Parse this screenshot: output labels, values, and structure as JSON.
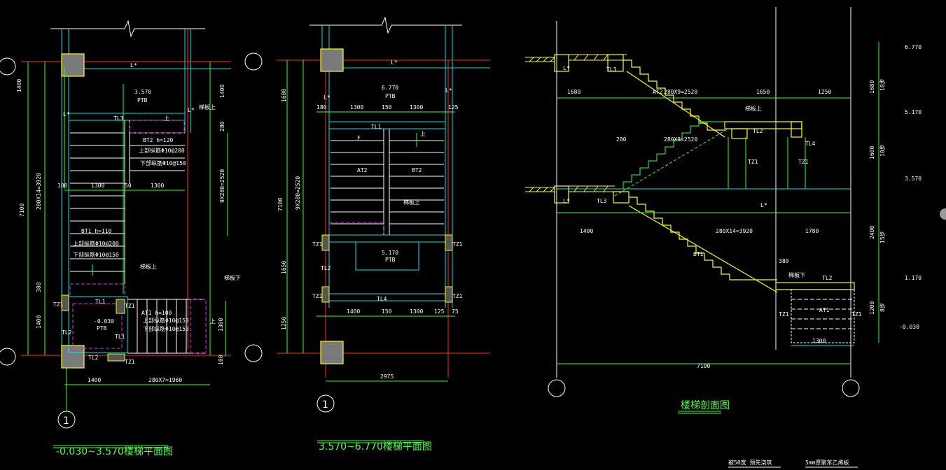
{
  "plan1": {
    "title": "-0.030~3.570楼梯平面图",
    "axis": "1",
    "dims_left": [
      "1400",
      "280X14=3920",
      "7100",
      "380",
      "1400"
    ],
    "dims_right": [
      "1400",
      "280",
      "9X280=2520",
      "1300",
      "100"
    ],
    "dims_bottom": [
      "1400",
      "280X7=1960"
    ],
    "dims_mid": [
      "100",
      "1300",
      "50",
      "1300"
    ],
    "landing_level": "3.570",
    "landing_tag": "PTB",
    "bot_level": "-0.030",
    "bot_tag": "PTB",
    "labels": {
      "l": "L*",
      "l2": "L*",
      "l3": "L*",
      "tl": "TL3",
      "tl2": "TL2",
      "tl3": "TL1",
      "tl4": "TL2",
      "tl5": "TL1",
      "tz1": "TZ1",
      "tz2": "TZ1",
      "tz3": "TZ1",
      "b": "BT2 h=120",
      "b1": "上部纵筋Φ10@200",
      "b2": "下部纵筋Φ10@150",
      "bt1": "BT1 h=110",
      "bt1a": "上部纵筋Φ10@200",
      "bt1b": "下部纵筋Φ10@150",
      "at1": "AT1 h=100",
      "at1a": "上部纵筋Φ10@150",
      "at1b": "下部纵筋Φ10@150",
      "note1": "梯板上",
      "note2": "梯板上",
      "note3": "梯板下",
      "up": "上",
      "up2": "上"
    }
  },
  "plan2": {
    "title": "3.570~6.770楼梯平面图",
    "axis": "1",
    "dims_left": [
      "1680",
      "9X280=2520",
      "7100",
      "1650",
      "1250"
    ],
    "dims_top": [
      "180",
      "1300",
      "150",
      "1300",
      "125"
    ],
    "dims_bottom": [
      "1400",
      "150",
      "1300",
      "125",
      "75"
    ],
    "dim_total": "2975",
    "top_level": "6.770",
    "top_tag": "PTB",
    "mid_level": "5.170",
    "mid_tag": "PTB",
    "labels": {
      "l": "L*",
      "l2": "L*",
      "l3": "L*",
      "tl1": "TL1",
      "tl2": "TL2",
      "tl4": "TL4",
      "tz1": "TZ1",
      "tz2": "TZ1",
      "tz3": "TZ1",
      "tz4": "TZ1",
      "at2": "AT2",
      "bt2": "BT2",
      "note": "梯板上",
      "f": "F",
      "up": "上"
    }
  },
  "section": {
    "title": "楼梯剖面图",
    "levels": [
      "6.770",
      "5.170",
      "3.570",
      "1.170",
      "-0.030"
    ],
    "dims_top": [
      "1680",
      "AT2",
      "280X9=2520",
      "1650",
      "1250"
    ],
    "dims_mid": [
      "280",
      "280X9=2520"
    ],
    "dims_low": [
      "1400",
      "280X14=3920",
      "1780"
    ],
    "dims_right": [
      "1680",
      "1600",
      "2400",
      "1200"
    ],
    "floor_marks": [
      "10步",
      "10步",
      "15步",
      "8步"
    ],
    "dim_380": "380",
    "dim_1300": "1300",
    "dim_total": "7100",
    "labels": {
      "l1": "L*",
      "l2": "L*",
      "l3": "L*",
      "tl3": "TL3",
      "tl3b": "TL3",
      "tl2": "TL2",
      "tl2b": "TL2",
      "tl4": "TL4",
      "tz": "TZ1",
      "tz2": "TZ1",
      "tz3": "TZ1",
      "tz4": "TZ1",
      "bt1": "BT1",
      "at1": "AT1",
      "note": "梯板上",
      "note2": "梯板下"
    }
  },
  "footer": {
    "note1": "被50宽 预先浇筑",
    "note2": "5mm厚聚苯乙烯板"
  }
}
